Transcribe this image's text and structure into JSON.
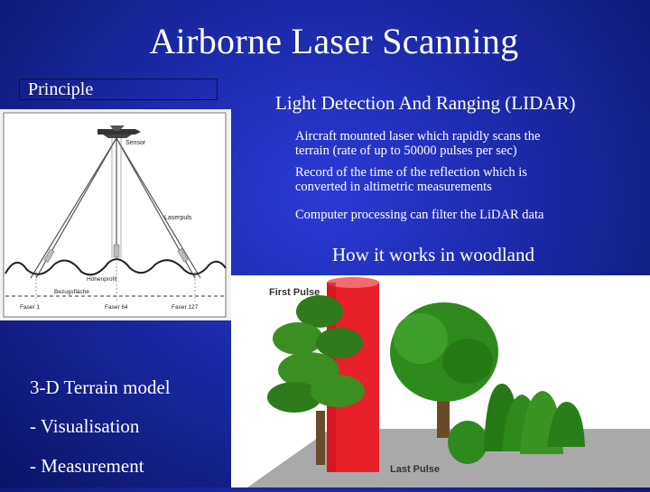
{
  "title": "Airborne Laser Scanning",
  "principle_label": "Principle",
  "lidar_heading": "Light Detection And Ranging (LIDAR)",
  "bullets": [
    {
      "line1": "Aircraft mounted laser which rapidly scans the",
      "line2": "terrain (rate of up to 50000 pulses per sec)"
    },
    {
      "line1": "Record of the time of the reflection which is",
      "line2": "converted in altimetric measurements"
    },
    {
      "line1": "Computer processing can filter the LiDAR data",
      "line2": ""
    }
  ],
  "woodland_heading": "How it works in woodland",
  "left_list": [
    "3-D Terrain model",
    "- Visualisation",
    "- Measurement"
  ],
  "diagram_labels": {
    "sensor": "Sensor",
    "laserpuls": "Laserpuls",
    "hoehenprofil": "Höhenprofil",
    "bezugsflaeche": "Bezugsfläche",
    "faser1": "Faser 1",
    "faser64": "Faser 64",
    "faser127": "Faser 127"
  },
  "woodland_labels": {
    "first_pulse": "First Pulse",
    "last_pulse": "Last Pulse"
  },
  "colors": {
    "background": "#1a2aa8",
    "laser_beam": "#e8202a",
    "tree_green": "#2f8a1e"
  }
}
